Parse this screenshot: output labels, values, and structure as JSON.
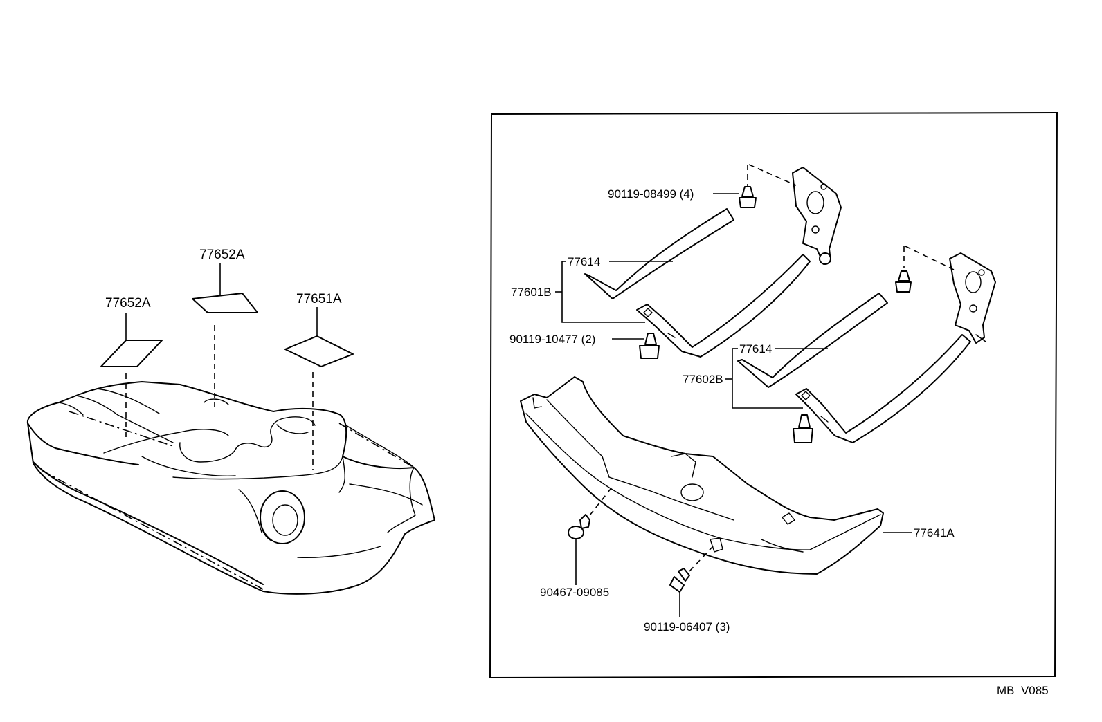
{
  "labels": {
    "pad_left": "77652A",
    "pad_center": "77652A",
    "pad_right": "77651A",
    "bolt_top": "90119-08499 (4)",
    "band_upper_1": "77614",
    "band_sub_1": "77601B",
    "bolt_mid": "90119-10477 (2)",
    "band_upper_2": "77614",
    "band_sub_2": "77602B",
    "protector": "77641A",
    "clip": "90467-09085",
    "bolt_bottom": "90119-06407 (3)",
    "figure_code": "MB  V085"
  }
}
